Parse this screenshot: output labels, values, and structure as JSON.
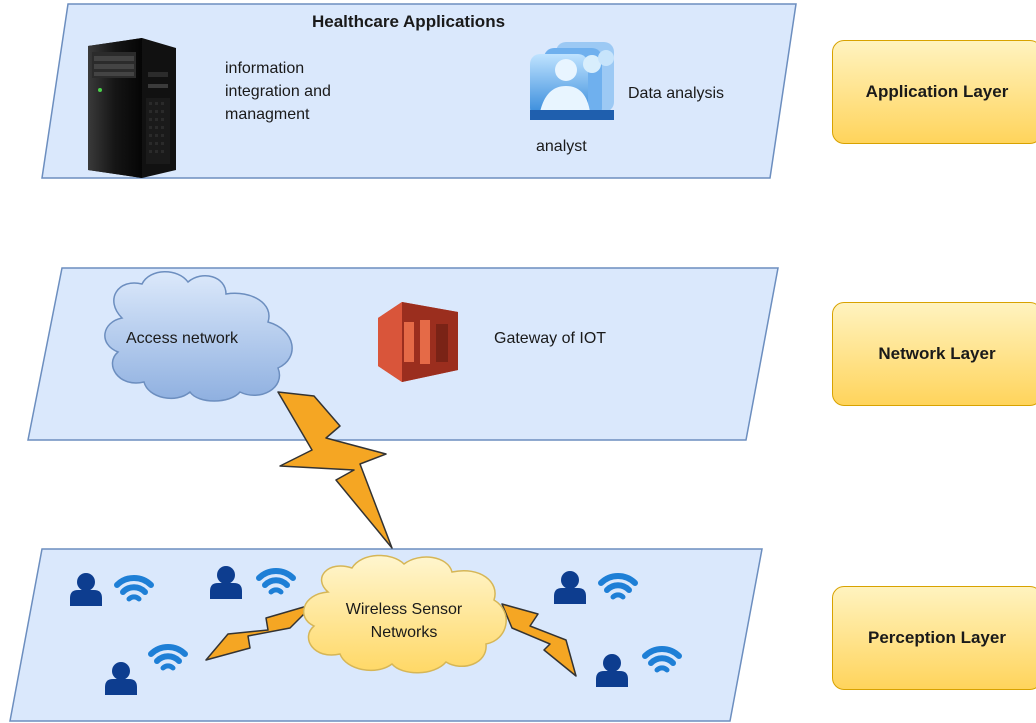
{
  "application": {
    "title": "Healthcare Applications",
    "info_label": "information\nintegration and\nmanagment",
    "analysis_label": "Data analysis",
    "analyst_label": "analyst"
  },
  "network": {
    "cloud_label": "Access network",
    "gateway_label": "Gateway of IOT"
  },
  "perception": {
    "cloud_label": "Wireless Sensor\nNetworks"
  },
  "layers": {
    "application": "Application Layer",
    "network": "Network Layer",
    "perception": "Perception Layer"
  },
  "colors": {
    "plane_fill": "#dae8fc",
    "plane_stroke": "#6c8ebf",
    "badge_stroke": "#d8a200",
    "person": "#0d3d8f",
    "wifi": "#1e7fd6",
    "gateway": "#c7402b",
    "lightning": "#f5a623"
  },
  "icons": [
    "server-tower-icon",
    "analyst-group-icon",
    "cloud-icon",
    "gateway-icon",
    "lightning-icon",
    "person-icon",
    "wifi-icon"
  ]
}
